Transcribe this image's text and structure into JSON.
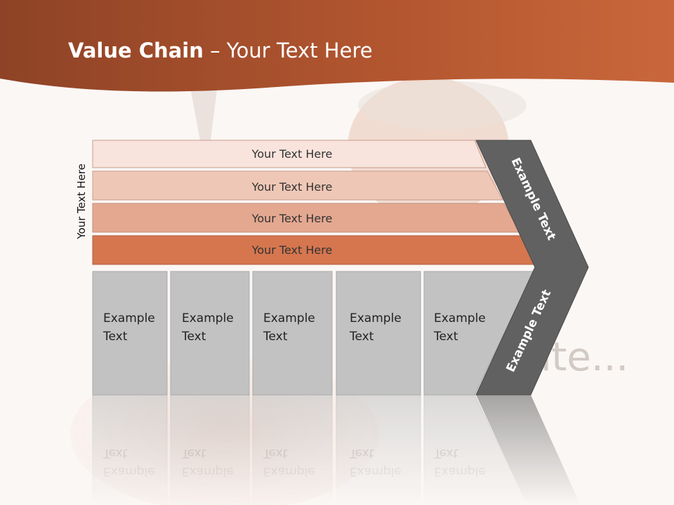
{
  "header": {
    "title_bold": "Value Chain",
    "title_rest": " – Your Text Here"
  },
  "side_label": "Your Text Here",
  "bars": [
    {
      "label": "Your Text Here",
      "color": "#f8e4dd"
    },
    {
      "label": "Your Text Here",
      "color": "#efc7b6"
    },
    {
      "label": "Your Text Here",
      "color": "#e4a891"
    },
    {
      "label": "Your Text Here",
      "color": "#d5764f"
    }
  ],
  "boxes": [
    {
      "line1": "Example",
      "line2": "Text"
    },
    {
      "line1": "Example",
      "line2": "Text"
    },
    {
      "line1": "Example",
      "line2": "Text"
    },
    {
      "line1": "Example",
      "line2": "Text"
    },
    {
      "line1": "Example",
      "line2": "Text"
    }
  ],
  "chevron": {
    "upper": "Example Text",
    "lower": "Example Text",
    "color": "#616161"
  },
  "colors": {
    "header": "#b85a31",
    "box": "#c2c2c2",
    "background": "#fbf7f5"
  },
  "background_text": "plate..."
}
